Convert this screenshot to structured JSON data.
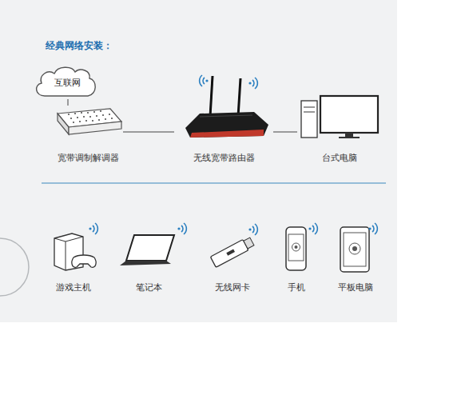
{
  "diagram": {
    "title": "经典网络安装：",
    "nodes": [
      {
        "text": [
          "互联网"
        ]
      },
      {
        "text": [
          "宽带调制解调器"
        ]
      },
      {
        "text": [
          "无线宽带路由器"
        ]
      },
      {
        "text": [
          "台式电脑"
        ]
      },
      {
        "text": [
          "游戏主机"
        ]
      },
      {
        "text": [
          "笔记本"
        ]
      },
      {
        "text": [
          "无线网卡"
        ]
      },
      {
        "text": [
          "手机"
        ]
      },
      {
        "text": [
          "平板电脑"
        ]
      }
    ],
    "edges": [
      {
        "from": 0,
        "to": 1,
        "arrow": "none"
      },
      {
        "from": 1,
        "to": 2,
        "arrow": "none"
      },
      {
        "from": 2,
        "to": 3,
        "arrow": "none"
      }
    ]
  }
}
